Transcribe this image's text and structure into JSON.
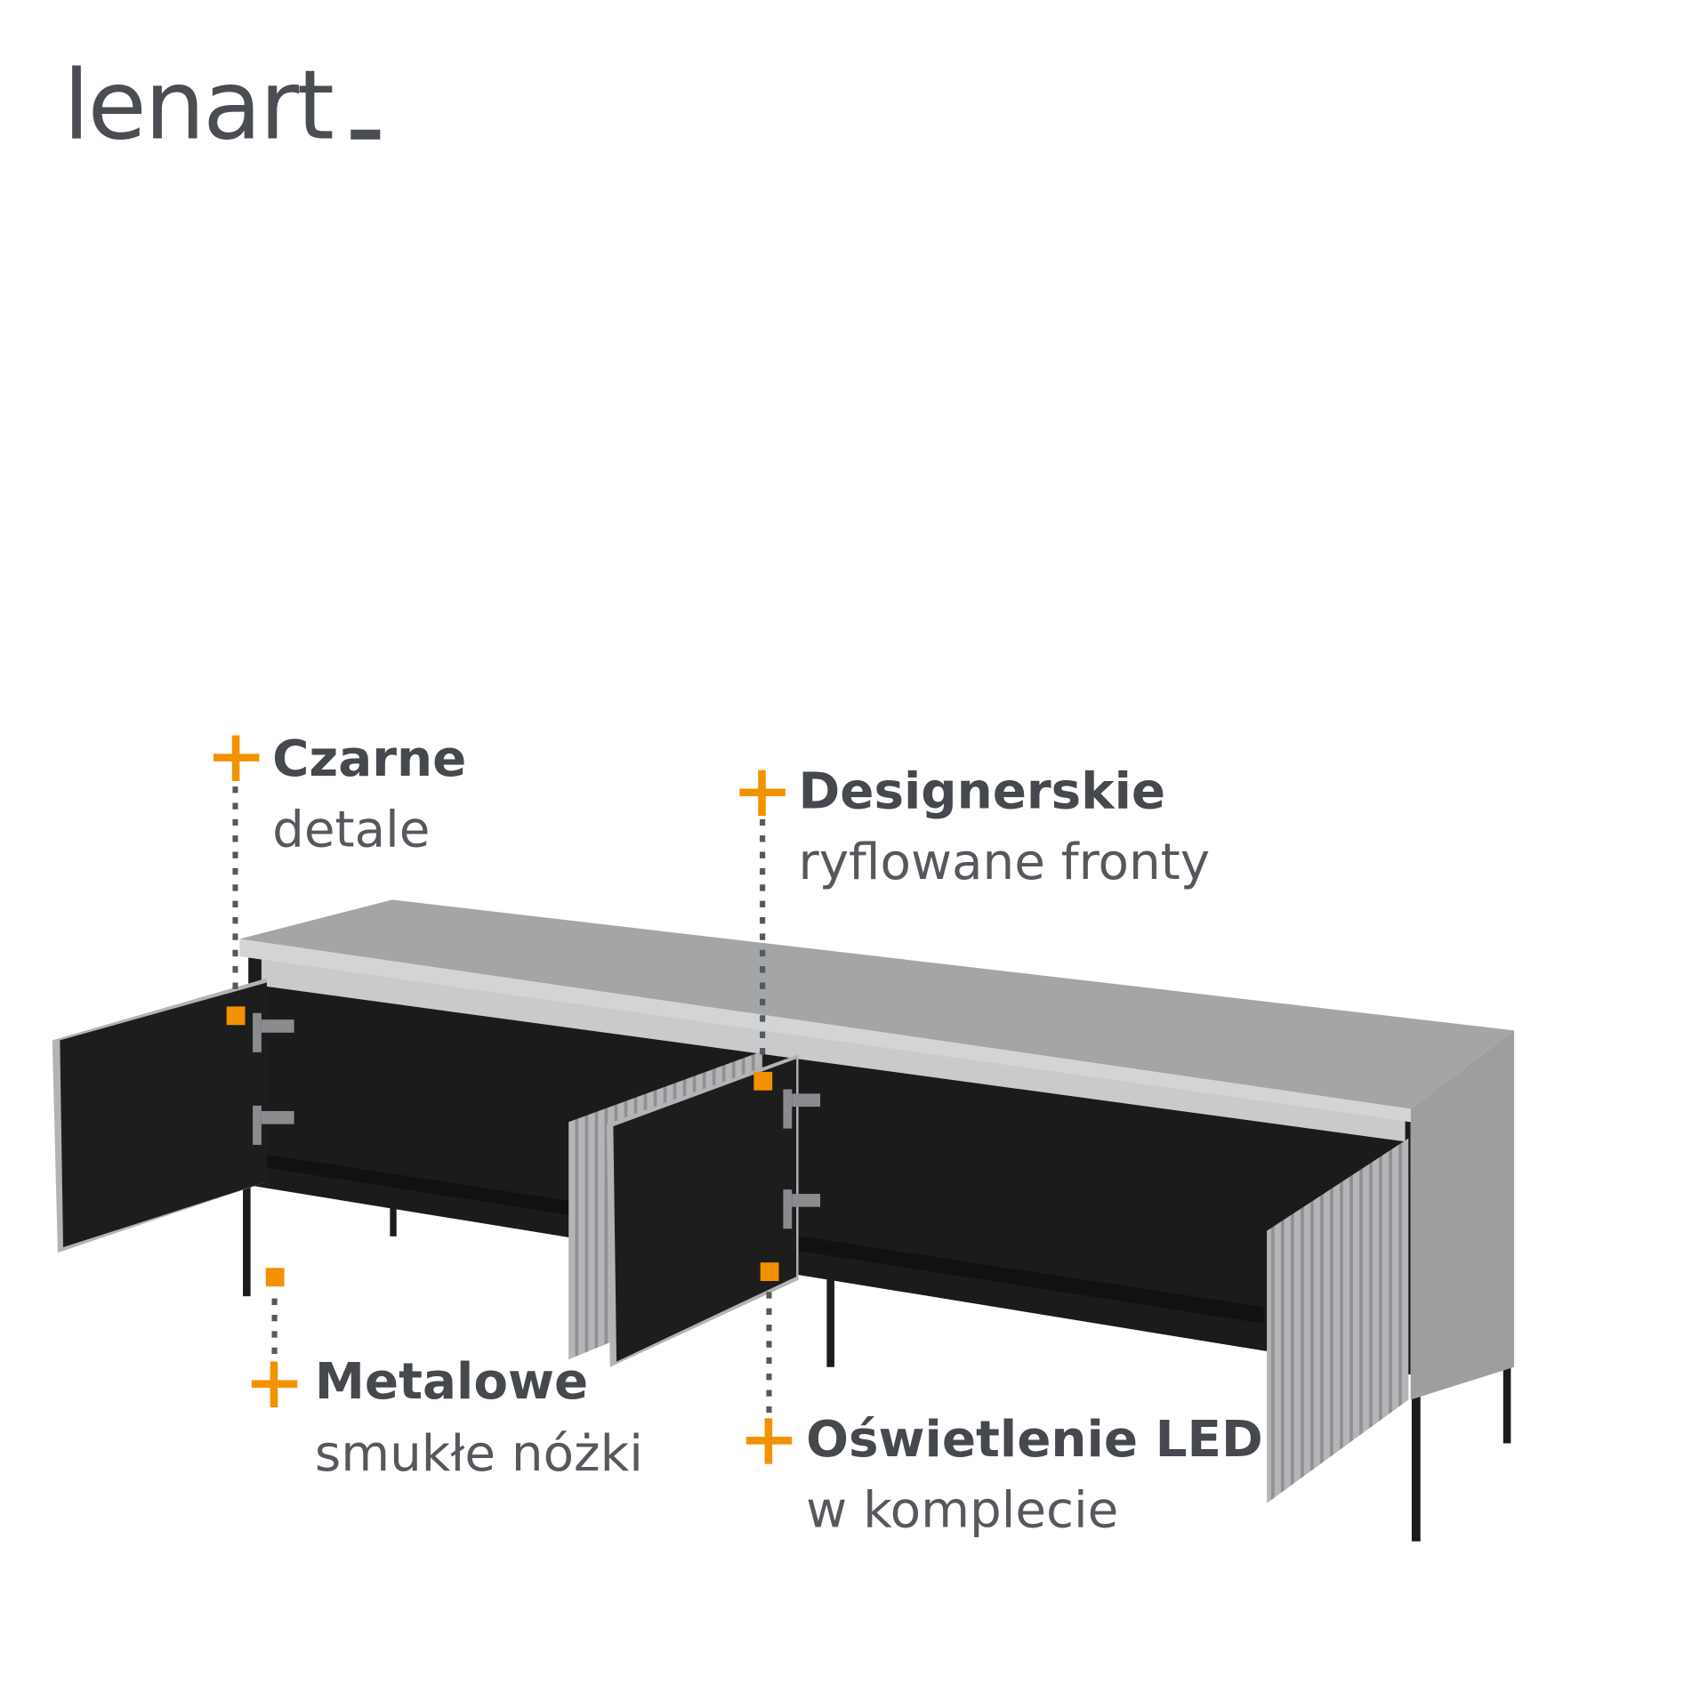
{
  "brand": {
    "logo_text": "lenart"
  },
  "colors": {
    "accent": "#f39200",
    "text": "#45484d",
    "body_grey": "#a9aaac",
    "interior": "#1b1b1b"
  },
  "callouts": [
    {
      "title": "Czarne",
      "subtitle": "detale"
    },
    {
      "title": "Designerskie",
      "subtitle": "ryflowane fronty"
    },
    {
      "title": "Metalowe",
      "subtitle": "smukłe nóżki"
    },
    {
      "title": "Oświetlenie LED",
      "subtitle": "w komplecie"
    }
  ]
}
